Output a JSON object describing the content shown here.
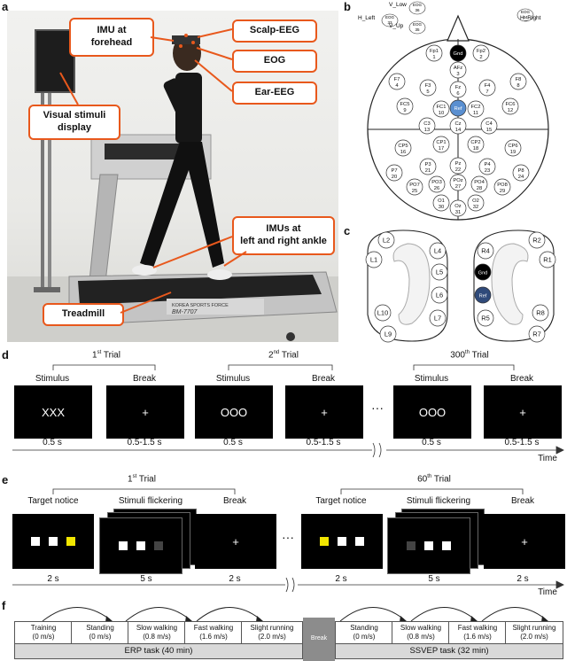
{
  "panels": {
    "a": "a",
    "b": "b",
    "c": "c",
    "d": "d",
    "e": "e",
    "f": "f"
  },
  "panel_a": {
    "callouts": {
      "imu_forehead": [
        "IMU at",
        "forehead"
      ],
      "scalp_eeg": "Scalp-EEG",
      "eog": "EOG",
      "ear_eeg": "Ear-EEG",
      "visual_display": [
        "Visual stimuli",
        "display"
      ],
      "imu_ankle": [
        "IMUs at",
        "left and right ankle"
      ],
      "treadmill": "Treadmill"
    },
    "treadmill_brand": "KOREA SPORTS FORCE",
    "treadmill_model": "BM-7707"
  },
  "panel_b": {
    "eog": [
      {
        "label": "V_Low",
        "num": "36"
      },
      {
        "label": "",
        "num": "33"
      },
      {
        "label": "V_Up",
        "num": "35"
      },
      {
        "label": "",
        "num": "34"
      }
    ],
    "h_left": "H_Left",
    "h_right": "H_Right",
    "eog_text": "EOG",
    "electrodes": [
      {
        "n": "Gnd",
        "num": ""
      },
      {
        "n": "Fp1",
        "num": "1"
      },
      {
        "n": "Fp2",
        "num": "2"
      },
      {
        "n": "AFz",
        "num": "3"
      },
      {
        "n": "F7",
        "num": "4"
      },
      {
        "n": "F3",
        "num": "5"
      },
      {
        "n": "Fz",
        "num": "6"
      },
      {
        "n": "F4",
        "num": "7"
      },
      {
        "n": "F8",
        "num": "8"
      },
      {
        "n": "FC5",
        "num": "9"
      },
      {
        "n": "FC1",
        "num": "10"
      },
      {
        "n": "Ref",
        "num": ""
      },
      {
        "n": "FC2",
        "num": "11"
      },
      {
        "n": "FC6",
        "num": "12"
      },
      {
        "n": "C3",
        "num": "13"
      },
      {
        "n": "Cz",
        "num": "14"
      },
      {
        "n": "C4",
        "num": "15"
      },
      {
        "n": "CP5",
        "num": "16"
      },
      {
        "n": "CP1",
        "num": "17"
      },
      {
        "n": "CP2",
        "num": "18"
      },
      {
        "n": "CP6",
        "num": "19"
      },
      {
        "n": "P7",
        "num": "20"
      },
      {
        "n": "P3",
        "num": "21"
      },
      {
        "n": "Pz",
        "num": "22"
      },
      {
        "n": "P4",
        "num": "23"
      },
      {
        "n": "P8",
        "num": "24"
      },
      {
        "n": "PO7",
        "num": "25"
      },
      {
        "n": "PO3",
        "num": "26"
      },
      {
        "n": "POz",
        "num": "27"
      },
      {
        "n": "PO4",
        "num": "28"
      },
      {
        "n": "PO8",
        "num": "29"
      },
      {
        "n": "O1",
        "num": "30"
      },
      {
        "n": "Oz",
        "num": "31"
      },
      {
        "n": "O2",
        "num": "32"
      }
    ]
  },
  "panel_c": {
    "left": [
      "L2",
      "L1",
      "L4",
      "L5",
      "L6",
      "L10",
      "L7",
      "L9"
    ],
    "right": [
      "R2",
      "R1",
      "R4",
      "Gnd",
      "Ref",
      "R5",
      "R8",
      "R7"
    ]
  },
  "panel_d": {
    "trials": [
      {
        "ord": "1",
        "sup": "st",
        "word": "Trial"
      },
      {
        "ord": "2",
        "sup": "nd",
        "word": "Trial"
      },
      {
        "ord": "300",
        "sup": "th",
        "word": "Trial"
      }
    ],
    "labels": [
      "Stimulus",
      "Break",
      "Stimulus",
      "Break",
      "Stimulus",
      "Break"
    ],
    "screens": [
      "XXX",
      "+",
      "OOO",
      "+",
      "OOO",
      "+"
    ],
    "durations": [
      "0.5 s",
      "0.5-1.5 s",
      "0.5 s",
      "0.5-1.5 s",
      "0.5 s",
      "0.5-1.5 s"
    ],
    "ellipsis": "···",
    "time": "Time"
  },
  "panel_e": {
    "trials": [
      {
        "ord": "1",
        "sup": "st",
        "word": "Trial"
      },
      {
        "ord": "60",
        "sup": "th",
        "word": "Trial"
      }
    ],
    "labels": [
      "Target notice",
      "Stimuli flickering",
      "Break",
      "Target notice",
      "Stimuli flickering",
      "Break"
    ],
    "break_symbol": "+",
    "durations": [
      "2 s",
      "5 s",
      "2 s",
      "2 s",
      "5 s",
      "2 s"
    ],
    "ellipsis": "···",
    "time": "Time",
    "colors": {
      "target": "#f2e600",
      "white": "#ffffff",
      "dim": "#444444"
    }
  },
  "panel_f": {
    "steps_left": [
      {
        "name": "Training",
        "speed": "(0 m/s)"
      },
      {
        "name": "Standing",
        "speed": "(0 m/s)"
      },
      {
        "name": "Slow walking",
        "speed": "(0.8 m/s)"
      },
      {
        "name": "Fast walking",
        "speed": "(1.6 m/s)"
      },
      {
        "name": "Slight running",
        "speed": "(2.0 m/s)"
      }
    ],
    "break": "Break",
    "steps_right": [
      {
        "name": "Standing",
        "speed": "(0 m/s)"
      },
      {
        "name": "Slow walking",
        "speed": "(0.8 m/s)"
      },
      {
        "name": "Fast walking",
        "speed": "(1.6 m/s)"
      },
      {
        "name": "Slight running",
        "speed": "(2.0 m/s)"
      }
    ],
    "erp_task": "ERP task (40 min)",
    "ssvep_task": "SSVEP task (32 min)"
  },
  "colors": {
    "accent": "#e8581c",
    "ref": "#5a8fd0",
    "ear_ref": "#2f4a7a",
    "break_gray": "#8c8c8c",
    "task_gray": "#d9d9d9"
  }
}
